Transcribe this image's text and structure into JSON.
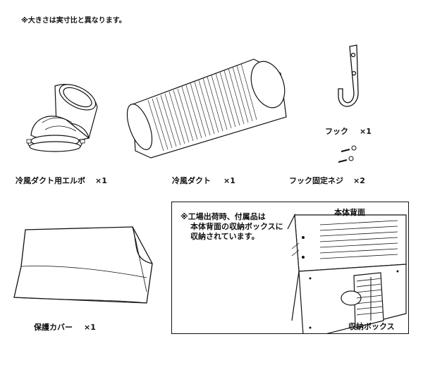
{
  "note": "※大きさは実寸比と異なります。",
  "parts": [
    {
      "label": "冷風ダクト用エルボ",
      "qty": "×1"
    },
    {
      "label": "冷風ダクト",
      "qty": "×1"
    },
    {
      "label": "フック",
      "qty": "×1"
    },
    {
      "label": "フック固定ネジ",
      "qty": "×2"
    },
    {
      "label": "保護カバー",
      "qty": "×1"
    }
  ],
  "callout": {
    "text_lines": [
      "※工場出荷時、付属品は",
      "本体背面の収納ボックスに",
      "収納されています。"
    ],
    "rear_label": "本体背面",
    "box_label": "収納ボックス"
  }
}
